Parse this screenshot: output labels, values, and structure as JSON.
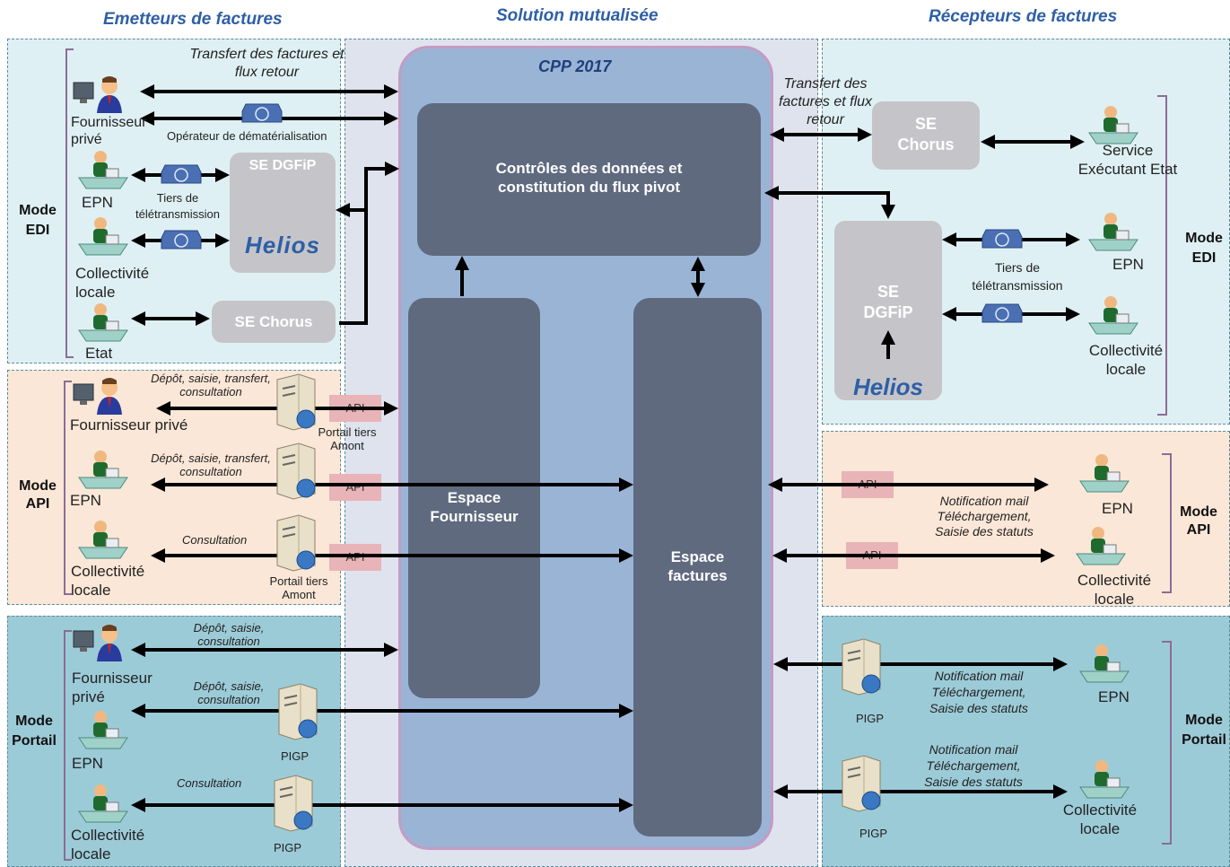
{
  "headers": {
    "left": "Emetteurs de factures",
    "center": "Solution mutualisée",
    "right": "Récepteurs de factures"
  },
  "cpp": {
    "title": "CPP 2017",
    "controls": "Contrôles des données et constitution du flux pivot",
    "espace_fournisseur": "Espace Fournisseur",
    "espace_factures": "Espace factures"
  },
  "left_edi": {
    "mode": "Mode EDI",
    "transfer": "Transfert des factures et flux retour",
    "operator": "Opérateur de dématérialisation",
    "fournisseur": "Fournisseur privé",
    "epn": "EPN",
    "tiers": "Tiers de télétransmission",
    "collectivite": "Collectivité locale",
    "etat": "Etat",
    "se_dgfip": "SE DGFiP",
    "helios": "Helios",
    "se_chorus": "SE Chorus"
  },
  "left_api": {
    "mode": "Mode API",
    "fournisseur": "Fournisseur privé",
    "epn": "EPN",
    "collectivite": "Collectivité locale",
    "depot1": "Dépôt, saisie, transfert, consultation",
    "depot2": "Dépôt, saisie, transfert, consultation",
    "consultation": "Consultation",
    "api": "API",
    "portail": "Portail tiers Amont"
  },
  "left_portail": {
    "mode": "Mode Portail",
    "fournisseur": "Fournisseur privé",
    "epn": "EPN",
    "collectivite": "Collectivité locale",
    "depot1": "Dépôt, saisie, consultation",
    "depot2": "Dépôt, saisie, consultation",
    "consultation": "Consultation",
    "pigp": "PIGP"
  },
  "right_edi": {
    "mode": "Mode EDI",
    "transfer": "Transfert des factures et flux retour",
    "se_chorus": "SE Chorus",
    "service": "Service Exécutant Etat",
    "se_dgfip": "SE DGFiP",
    "helios": "Helios",
    "tiers": "Tiers de télétransmission",
    "epn": "EPN",
    "collectivite": "Collectivité locale"
  },
  "right_api": {
    "mode": "Mode API",
    "api": "API",
    "notif": "Notification mail Téléchargement, Saisie des statuts",
    "epn": "EPN",
    "collectivite": "Collectivité locale"
  },
  "right_portail": {
    "mode": "Mode Portail",
    "notif1": "Notification mail Téléchargement, Saisie des statuts",
    "notif2": "Notification mail Téléchargement, Saisie des statuts",
    "pigp": "PIGP",
    "epn": "EPN",
    "collectivite": "Collectivité locale"
  },
  "colors": {
    "zone_edi": "#dff0f4",
    "zone_api": "#fbe7d7",
    "zone_portail": "#9ccbd8",
    "center_bg": "#dfe3ee",
    "cpp_bg": "#9ab4d6",
    "dark_box": "#5f6a7f",
    "api_box": "#e8b4b8"
  },
  "icons": [
    "computer-user-icon",
    "person-at-desk-icon",
    "router-icon",
    "server-icon"
  ]
}
